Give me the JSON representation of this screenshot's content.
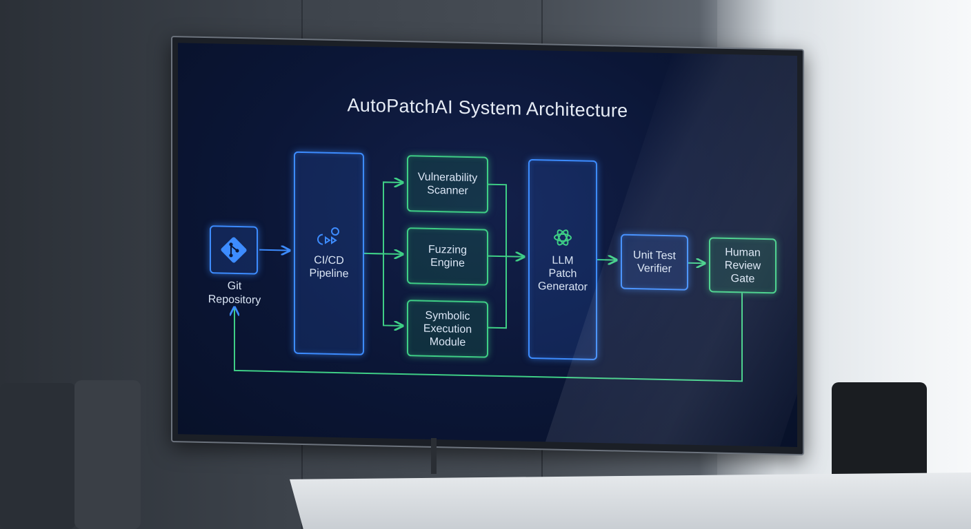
{
  "diagram": {
    "title": "AutoPatchAI System Architecture",
    "nodes": {
      "git": {
        "label": "Git\nRepository",
        "icon": "git-icon"
      },
      "cicd": {
        "label": "CI/CD\nPipeline",
        "icon": "workflow-icon"
      },
      "vuln": {
        "label": "Vulnerability\nScanner"
      },
      "fuzz": {
        "label": "Fuzzing\nEngine"
      },
      "symbolic": {
        "label": "Symbolic\nExecution\nModule"
      },
      "llm": {
        "label": "LLM\nPatch\nGenerator",
        "icon": "llm-knot-icon"
      },
      "unittest": {
        "label": "Unit Test\nVerifier"
      },
      "human": {
        "label": "Human\nReview\nGate"
      }
    },
    "edges": [
      {
        "from": "git",
        "to": "cicd"
      },
      {
        "from": "cicd",
        "to": "vuln"
      },
      {
        "from": "cicd",
        "to": "fuzz"
      },
      {
        "from": "cicd",
        "to": "symbolic"
      },
      {
        "from": "vuln",
        "to": "llm"
      },
      {
        "from": "fuzz",
        "to": "llm"
      },
      {
        "from": "symbolic",
        "to": "llm"
      },
      {
        "from": "llm",
        "to": "unittest"
      },
      {
        "from": "unittest",
        "to": "human"
      },
      {
        "from": "human",
        "to": "git"
      }
    ],
    "colors": {
      "blue": "#3d8cff",
      "green": "#3fcf86",
      "screen_bg": "#0b1636",
      "text": "#dbe6f5"
    }
  }
}
